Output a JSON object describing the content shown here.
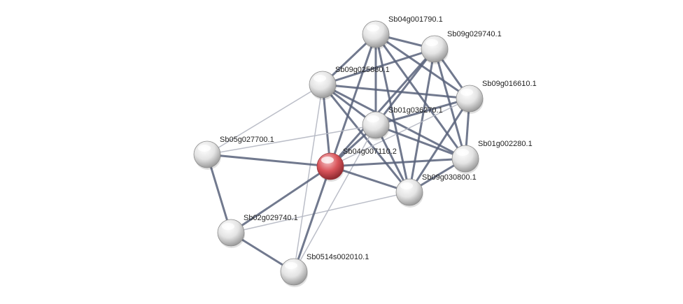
{
  "network": {
    "query_node": "Sb04g007110.2",
    "colors": {
      "query": "#d9545a",
      "node": "#e8e8e8",
      "edge_strong": "#58627a",
      "edge_weak": "#b4b7c2"
    },
    "nodes": [
      {
        "id": "Sb04g001790.1",
        "label": "Sb04g001790.1",
        "query": false
      },
      {
        "id": "Sb09g029740.1",
        "label": "Sb09g029740.1",
        "query": false
      },
      {
        "id": "Sb09g025880.1",
        "label": "Sb09g025880.1",
        "query": false
      },
      {
        "id": "Sb09g016610.1",
        "label": "Sb09g016610.1",
        "query": false
      },
      {
        "id": "Sb01g036270.1",
        "label": "Sb01g036270.1",
        "query": false
      },
      {
        "id": "Sb05g027700.1",
        "label": "Sb05g027700.1",
        "query": false
      },
      {
        "id": "Sb04g007110.2",
        "label": "Sb04g007110.2",
        "query": true
      },
      {
        "id": "Sb01g002280.1",
        "label": "Sb01g002280.1",
        "query": false
      },
      {
        "id": "Sb09g030800.1",
        "label": "Sb09g030800.1",
        "query": false
      },
      {
        "id": "Sb02g029740.1",
        "label": "Sb02g029740.1",
        "query": false
      },
      {
        "id": "Sb0514s002010.1",
        "label": "Sb0514s002010.1",
        "query": false
      }
    ],
    "edges": [
      {
        "a": "Sb04g001790.1",
        "b": "Sb09g029740.1",
        "strength": "strong"
      },
      {
        "a": "Sb04g001790.1",
        "b": "Sb09g025880.1",
        "strength": "strong"
      },
      {
        "a": "Sb04g001790.1",
        "b": "Sb09g016610.1",
        "strength": "strong"
      },
      {
        "a": "Sb04g001790.1",
        "b": "Sb01g036270.1",
        "strength": "strong"
      },
      {
        "a": "Sb04g001790.1",
        "b": "Sb01g002280.1",
        "strength": "strong"
      },
      {
        "a": "Sb04g001790.1",
        "b": "Sb09g030800.1",
        "strength": "strong"
      },
      {
        "a": "Sb04g001790.1",
        "b": "Sb04g007110.2",
        "strength": "strong"
      },
      {
        "a": "Sb09g029740.1",
        "b": "Sb09g025880.1",
        "strength": "strong"
      },
      {
        "a": "Sb09g029740.1",
        "b": "Sb09g016610.1",
        "strength": "strong"
      },
      {
        "a": "Sb09g029740.1",
        "b": "Sb01g036270.1",
        "strength": "strong"
      },
      {
        "a": "Sb09g029740.1",
        "b": "Sb01g002280.1",
        "strength": "strong"
      },
      {
        "a": "Sb09g029740.1",
        "b": "Sb09g030800.1",
        "strength": "strong"
      },
      {
        "a": "Sb09g029740.1",
        "b": "Sb04g007110.2",
        "strength": "strong"
      },
      {
        "a": "Sb09g025880.1",
        "b": "Sb09g016610.1",
        "strength": "strong"
      },
      {
        "a": "Sb09g025880.1",
        "b": "Sb01g036270.1",
        "strength": "strong"
      },
      {
        "a": "Sb09g025880.1",
        "b": "Sb01g002280.1",
        "strength": "strong"
      },
      {
        "a": "Sb09g025880.1",
        "b": "Sb09g030800.1",
        "strength": "strong"
      },
      {
        "a": "Sb09g025880.1",
        "b": "Sb04g007110.2",
        "strength": "strong"
      },
      {
        "a": "Sb09g025880.1",
        "b": "Sb05g027700.1",
        "strength": "weak"
      },
      {
        "a": "Sb09g025880.1",
        "b": "Sb0514s002010.1",
        "strength": "weak"
      },
      {
        "a": "Sb09g016610.1",
        "b": "Sb01g036270.1",
        "strength": "strong"
      },
      {
        "a": "Sb09g016610.1",
        "b": "Sb01g002280.1",
        "strength": "strong"
      },
      {
        "a": "Sb09g016610.1",
        "b": "Sb09g030800.1",
        "strength": "strong"
      },
      {
        "a": "Sb09g016610.1",
        "b": "Sb04g007110.2",
        "strength": "weak"
      },
      {
        "a": "Sb01g036270.1",
        "b": "Sb01g002280.1",
        "strength": "strong"
      },
      {
        "a": "Sb01g036270.1",
        "b": "Sb09g030800.1",
        "strength": "strong"
      },
      {
        "a": "Sb01g036270.1",
        "b": "Sb04g007110.2",
        "strength": "strong"
      },
      {
        "a": "Sb01g036270.1",
        "b": "Sb05g027700.1",
        "strength": "weak"
      },
      {
        "a": "Sb01g036270.1",
        "b": "Sb0514s002010.1",
        "strength": "weak"
      },
      {
        "a": "Sb01g002280.1",
        "b": "Sb09g030800.1",
        "strength": "strong"
      },
      {
        "a": "Sb01g002280.1",
        "b": "Sb04g007110.2",
        "strength": "strong"
      },
      {
        "a": "Sb09g030800.1",
        "b": "Sb04g007110.2",
        "strength": "strong"
      },
      {
        "a": "Sb09g030800.1",
        "b": "Sb02g029740.1",
        "strength": "weak"
      },
      {
        "a": "Sb05g027700.1",
        "b": "Sb04g007110.2",
        "strength": "strong"
      },
      {
        "a": "Sb05g027700.1",
        "b": "Sb02g029740.1",
        "strength": "strong"
      },
      {
        "a": "Sb04g007110.2",
        "b": "Sb02g029740.1",
        "strength": "strong"
      },
      {
        "a": "Sb04g007110.2",
        "b": "Sb0514s002010.1",
        "strength": "strong"
      },
      {
        "a": "Sb02g029740.1",
        "b": "Sb0514s002010.1",
        "strength": "strong"
      }
    ]
  }
}
